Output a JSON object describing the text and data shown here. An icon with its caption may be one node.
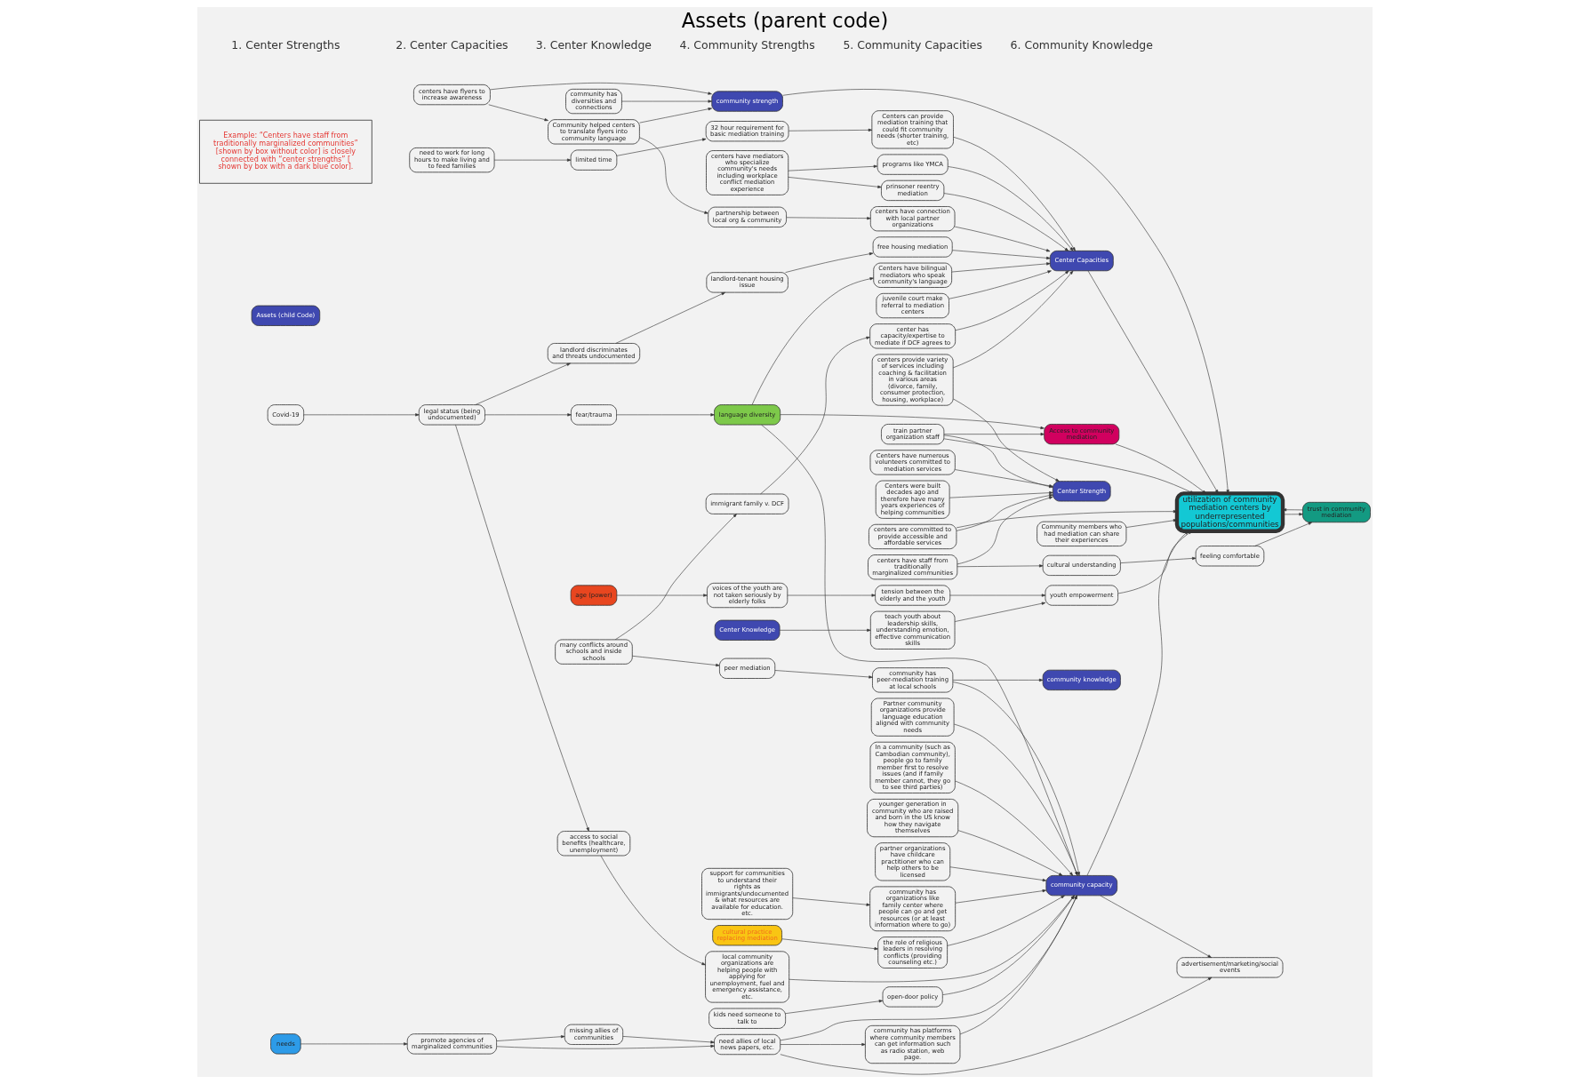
{
  "diagram": {
    "title": "Assets (parent code)",
    "nodes": [
      {
        "text": [
          "Centers were built decades ago and therefore have many years experiences of helping communities"
        ]
      },
      {
        "text": [
          "Centers have bilingual mediators who speak community's language"
        ]
      },
      {
        "text": [
          "centers have mediators who specialize community's needs including workplace conflict mediation experience"
        ]
      },
      {
        "text": [
          "prinsoner reentry mediation"
        ]
      },
      {
        "text": [
          "landlord-tenant housing issue"
        ]
      },
      {
        "text": [
          "free housing mediation"
        ]
      },
      {
        "text": [
          "landlord discriminates and threats undocumented"
        ]
      },
      {
        "text": [
          "Assets (child Code)"
        ]
      },
      {
        "text": [
          "language diversity"
        ]
      },
      {
        "text": [
          "Centers have numerous volunteers committed to mediation services"
        ]
      },
      {
        "text": [
          "cultural practice replacing mediation"
        ]
      },
      {
        "text": [
          "juvenile court make referral to mediation centers"
        ]
      },
      {
        "text": [
          "Center Capacities"
        ]
      },
      {
        "text": [
          "fear/trauma"
        ]
      },
      {
        "text": [
          "kids need someone to talk to"
        ]
      },
      {
        "text": [
          "community has diversities and connections"
        ]
      },
      {
        "text": [
          "centers provide variety of services including coaching & facilitation in various areas (divorce, family, consumer protection, housing, workplace)"
        ]
      },
      {
        "text": [
          "centers have connection with local partner organizations"
        ]
      },
      {
        "text": [
          "partnership between local org & community"
        ]
      },
      {
        "text": [
          "the role of religious leaders in resolving conflicts (providing counseling etc.)"
        ]
      },
      {
        "text": [
          "open-door policy"
        ]
      },
      {
        "text": [
          "community strength"
        ]
      },
      {
        "text": [
          "Center Strength"
        ]
      },
      {
        "text": [
          "younger generation in community who are raised and born in the US know how they navigate themselves"
        ]
      },
      {
        "text": [
          "centers have flyers to increase awareness"
        ]
      },
      {
        "text": [
          "centers are committed to provide accessible and affordable services"
        ]
      },
      {
        "text": [
          "programs like YMCA"
        ]
      },
      {
        "text": [
          "Access to community mediation"
        ]
      },
      {
        "text": [
          "utilization of community mediation centers by  underrepresented populations/communities"
        ]
      },
      {
        "text": [
          "Community helped centers to translate flyers into community language"
        ]
      },
      {
        "text": [
          "center has capacity/expertise to mediate if DCF agrees to"
        ]
      },
      {
        "text": [
          "train partner organization staff"
        ]
      },
      {
        "text": [
          "centers have staff from traditionally marginalized communities"
        ]
      },
      {
        "text": [
          "Centers can provide mediation training that could fit community needs (shorter training, etc)"
        ]
      },
      {
        "text": [
          "partner organizations have childcare practitioner who can help others to be licensed"
        ]
      },
      {
        "text": [
          "community capacity"
        ]
      },
      {
        "text": [
          "tension between the elderly and the youth"
        ]
      },
      {
        "text": [
          "youth empowerment"
        ]
      },
      {
        "text": [
          "Community members who had mediation can share their experiences"
        ]
      },
      {
        "text": [
          "Partner community organizations provide language education aligned with community needs"
        ]
      },
      {
        "text": [
          "advertisement/marketing/social events"
        ]
      },
      {
        "text": [
          "32 hour requirement for basic mediation training"
        ]
      },
      {
        "text": [
          "trust in community mediation"
        ]
      },
      {
        "text": [
          "voices of the youth are not taken seriously by elderly folks"
        ]
      },
      {
        "text": [
          "immigrant family v. DCF"
        ]
      },
      {
        "text": [
          "teach youth about leadership skills, understanding emotion, effective communication skills"
        ]
      },
      {
        "text": [
          "In a community (such as Cambodian community), people go to family member first to resolve issues (and if family member cannot, they go to see third parties)"
        ]
      },
      {
        "text": [
          "community has peer-mediation training at local schools"
        ]
      },
      {
        "text": [
          "community has platforms where community members can get information such as radio station, web page."
        ]
      },
      {
        "text": [
          "cultural understanding"
        ]
      },
      {
        "text": [
          "need allies of local news papers, etc."
        ]
      },
      {
        "text": [
          "limited time"
        ]
      },
      {
        "text": [
          "age (power)"
        ]
      },
      {
        "text": [
          "Center Knowledge"
        ]
      },
      {
        "text": [
          "community has organizations like family center where people can go and get resources (or at least information where to go)"
        ]
      },
      {
        "text": [
          "community knowledge"
        ]
      },
      {
        "text": [
          "feeling comfortable"
        ]
      },
      {
        "text": [
          "missing allies of communities"
        ]
      },
      {
        "text": [
          "peer mediation"
        ]
      },
      {
        "text": [
          "need to work for long hours to make living and to feed families"
        ]
      },
      {
        "text": [
          "support for communities to understand their rights as immigrants/undocumented & what resources are available for education. etc."
        ]
      },
      {
        "text": [
          "access to social benefits (healthcare, unemployment)"
        ]
      },
      {
        "text": [
          "local community organizations are helping people with applying for unemployment, fuel and emergency assistance, etc."
        ]
      },
      {
        "text": [
          "promote agencies of marginalized communities"
        ]
      },
      {
        "text": [
          "legal status (being undocumented)"
        ]
      },
      {
        "text": [
          "needs"
        ]
      },
      {
        "text": [
          "many conflicts around schools and inside schools"
        ]
      },
      {
        "text": [
          "Covid-19"
        ]
      },
      {
        "text": [
          "Example: “Centers have staff from traditionally marginalized communities” [shown by box without color] is closely connected with “center strengths” [ shown by box with a dark blue color]."
        ]
      }
    ],
    "edges": [
      {
        "from": 0,
        "to": 22,
        "arrow": "to"
      },
      {
        "from": 9,
        "to": 22,
        "arrow": "to"
      },
      {
        "from": 16,
        "to": 22,
        "arrow": "to"
      },
      {
        "from": 16,
        "to": 12,
        "arrow": "to"
      },
      {
        "from": 25,
        "to": 22,
        "arrow": "to"
      },
      {
        "from": 25,
        "to": 28,
        "arrow": "to"
      },
      {
        "from": 13,
        "to": 8,
        "arrow": "to"
      },
      {
        "from": 8,
        "to": 1,
        "arrow": "to"
      },
      {
        "from": 8,
        "to": 27,
        "arrow": "to"
      },
      {
        "from": 8,
        "to": 35,
        "arrow": "to"
      },
      {
        "from": 1,
        "to": 12,
        "arrow": "to"
      },
      {
        "from": 2,
        "to": 3,
        "arrow": "to"
      },
      {
        "from": 2,
        "to": 26,
        "arrow": "to"
      },
      {
        "from": 3,
        "to": 12,
        "arrow": "to"
      },
      {
        "from": 6,
        "to": 4,
        "arrow": "to"
      },
      {
        "from": 4,
        "to": 5,
        "arrow": "to"
      },
      {
        "from": 5,
        "to": 12,
        "arrow": "to"
      },
      {
        "from": 11,
        "to": 12,
        "arrow": "to"
      },
      {
        "from": 10,
        "to": 19,
        "arrow": "to"
      },
      {
        "from": 14,
        "to": 20,
        "arrow": "to"
      },
      {
        "from": 18,
        "to": 17,
        "arrow": "to"
      },
      {
        "from": 17,
        "to": 12,
        "arrow": "to"
      },
      {
        "from": 29,
        "to": 18,
        "arrow": "to"
      },
      {
        "from": 15,
        "to": 21,
        "arrow": "to"
      },
      {
        "from": 24,
        "to": 21,
        "arrow": "to"
      },
      {
        "from": 24,
        "to": 29,
        "arrow": "to"
      },
      {
        "from": 29,
        "to": 21,
        "arrow": "to"
      },
      {
        "from": 23,
        "to": 35,
        "arrow": "to"
      },
      {
        "from": 20,
        "to": 35,
        "arrow": "to"
      },
      {
        "from": 19,
        "to": 35,
        "arrow": "to"
      },
      {
        "from": 26,
        "to": 12,
        "arrow": "to"
      },
      {
        "from": 31,
        "to": 27,
        "arrow": "to"
      },
      {
        "from": 31,
        "to": 22,
        "arrow": "to"
      },
      {
        "from": 31,
        "to": 28,
        "arrow": "to"
      },
      {
        "from": 32,
        "to": 49,
        "arrow": "to"
      },
      {
        "from": 32,
        "to": 22,
        "arrow": "to"
      },
      {
        "from": 27,
        "to": 28,
        "arrow": "to"
      },
      {
        "from": 34,
        "to": 35,
        "arrow": "to"
      },
      {
        "from": 38,
        "to": 28,
        "arrow": "to"
      },
      {
        "from": 35,
        "to": 40,
        "arrow": "to"
      },
      {
        "from": 50,
        "to": 40,
        "arrow": "to"
      },
      {
        "from": 50,
        "to": 48,
        "arrow": "to"
      },
      {
        "from": 50,
        "to": 35,
        "arrow": "to"
      },
      {
        "from": 57,
        "to": 50,
        "arrow": "to"
      },
      {
        "from": 63,
        "to": 57,
        "arrow": "to"
      },
      {
        "from": 63,
        "to": 50,
        "arrow": "to"
      },
      {
        "from": 65,
        "to": 63,
        "arrow": "to"
      },
      {
        "from": 67,
        "to": 64,
        "arrow": "to"
      },
      {
        "from": 64,
        "to": 61,
        "arrow": "to"
      },
      {
        "from": 64,
        "to": 13,
        "arrow": "to"
      },
      {
        "from": 64,
        "to": 6,
        "arrow": "to"
      },
      {
        "from": 61,
        "to": 62,
        "arrow": "to"
      },
      {
        "from": 62,
        "to": 35,
        "arrow": "to"
      },
      {
        "from": 46,
        "to": 35,
        "arrow": "to"
      },
      {
        "from": 47,
        "to": 35,
        "arrow": "to"
      },
      {
        "from": 47,
        "to": 55,
        "arrow": "to"
      },
      {
        "from": 58,
        "to": 47,
        "arrow": "to"
      },
      {
        "from": 66,
        "to": 58,
        "arrow": "to"
      },
      {
        "from": 66,
        "to": 44,
        "arrow": "to"
      },
      {
        "from": 60,
        "to": 54,
        "arrow": "to"
      },
      {
        "from": 54,
        "to": 35,
        "arrow": "to"
      },
      {
        "from": 39,
        "to": 35,
        "arrow": "to"
      },
      {
        "from": 48,
        "to": 35,
        "arrow": "to"
      },
      {
        "from": 28,
        "to": 42,
        "arrow": "to"
      },
      {
        "from": 42,
        "to": 28,
        "arrow": "to"
      },
      {
        "from": 49,
        "to": 56,
        "arrow": "to"
      },
      {
        "from": 56,
        "to": 42,
        "arrow": "to"
      },
      {
        "from": 37,
        "to": 28,
        "arrow": "to"
      },
      {
        "from": 36,
        "to": 37,
        "arrow": "to"
      },
      {
        "from": 43,
        "to": 36,
        "arrow": "to"
      },
      {
        "from": 52,
        "to": 43,
        "arrow": "to"
      },
      {
        "from": 53,
        "to": 45,
        "arrow": "to"
      },
      {
        "from": 45,
        "to": 37,
        "arrow": "to"
      },
      {
        "from": 44,
        "to": 30,
        "arrow": "to"
      },
      {
        "from": 59,
        "to": 51,
        "arrow": "to"
      },
      {
        "from": 51,
        "to": 41,
        "arrow": "to"
      },
      {
        "from": 41,
        "to": 33,
        "arrow": "to"
      },
      {
        "from": 33,
        "to": 12,
        "arrow": "to"
      },
      {
        "from": 30,
        "to": 12,
        "arrow": "to"
      },
      {
        "from": 12,
        "to": 28,
        "arrow": "to"
      },
      {
        "from": 21,
        "to": 28,
        "arrow": "to"
      },
      {
        "from": 35,
        "to": 28,
        "arrow": "to"
      }
    ],
    "labels": [
      "1. Center Strengths",
      "2. Center Capacities",
      "3. Center Knowledge",
      "4. Community Strengths",
      "5. Community Capacities",
      "6. Community Knowledge"
    ]
  }
}
